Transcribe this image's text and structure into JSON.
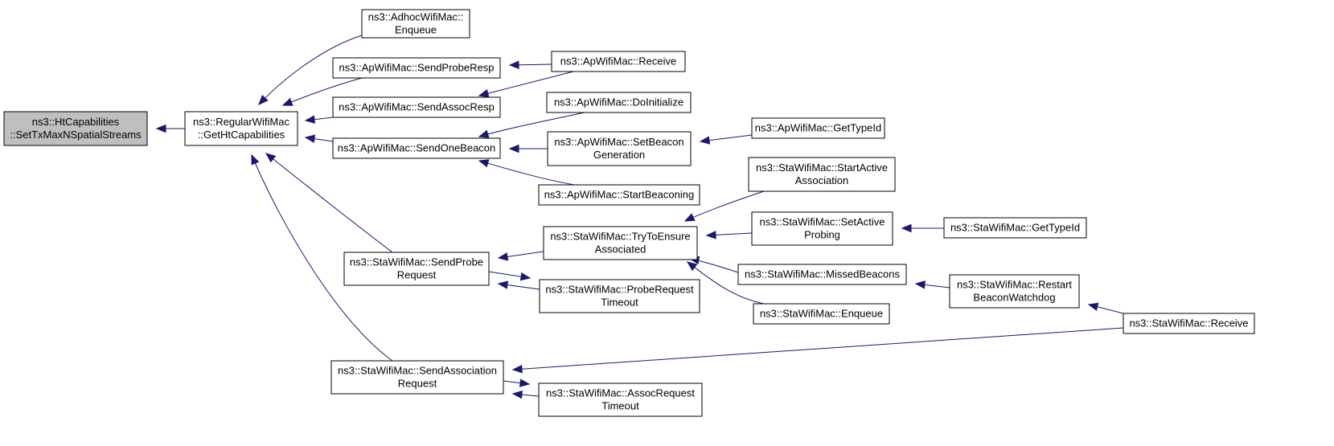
{
  "graph": {
    "nodes": [
      {
        "id": "n0",
        "lines": [
          "ns3::HtCapabilities",
          "::SetTxMaxNSpatialStreams"
        ],
        "root": true
      },
      {
        "id": "n1",
        "lines": [
          "ns3::RegularWifiMac",
          "::GetHtCapabilities"
        ]
      },
      {
        "id": "n2",
        "lines": [
          "ns3::AdhocWifiMac::",
          "Enqueue"
        ]
      },
      {
        "id": "n3",
        "lines": [
          "ns3::ApWifiMac::SendProbeResp"
        ]
      },
      {
        "id": "n4",
        "lines": [
          "ns3::ApWifiMac::SendAssocResp"
        ]
      },
      {
        "id": "n5",
        "lines": [
          "ns3::ApWifiMac::SendOneBeacon"
        ]
      },
      {
        "id": "n6",
        "lines": [
          "ns3::StaWifiMac::SendProbe",
          "Request"
        ]
      },
      {
        "id": "n7",
        "lines": [
          "ns3::StaWifiMac::SendAssociation",
          "Request"
        ]
      },
      {
        "id": "n8",
        "lines": [
          "ns3::ApWifiMac::Receive"
        ]
      },
      {
        "id": "n9",
        "lines": [
          "ns3::ApWifiMac::DoInitialize"
        ]
      },
      {
        "id": "n10",
        "lines": [
          "ns3::ApWifiMac::SetBeacon",
          "Generation"
        ]
      },
      {
        "id": "n11",
        "lines": [
          "ns3::ApWifiMac::StartBeaconing"
        ]
      },
      {
        "id": "n12",
        "lines": [
          "ns3::ApWifiMac::GetTypeId"
        ]
      },
      {
        "id": "n13",
        "lines": [
          "ns3::StaWifiMac::TryToEnsure",
          "Associated"
        ]
      },
      {
        "id": "n14",
        "lines": [
          "ns3::StaWifiMac::ProbeRequest",
          "Timeout"
        ]
      },
      {
        "id": "n15",
        "lines": [
          "ns3::StaWifiMac::AssocRequest",
          "Timeout"
        ]
      },
      {
        "id": "n16",
        "lines": [
          "ns3::StaWifiMac::StartActive",
          "Association"
        ]
      },
      {
        "id": "n17",
        "lines": [
          "ns3::StaWifiMac::SetActive",
          "Probing"
        ]
      },
      {
        "id": "n18",
        "lines": [
          "ns3::StaWifiMac::MissedBeacons"
        ]
      },
      {
        "id": "n19",
        "lines": [
          "ns3::StaWifiMac::Enqueue"
        ]
      },
      {
        "id": "n20",
        "lines": [
          "ns3::StaWifiMac::GetTypeId"
        ]
      },
      {
        "id": "n21",
        "lines": [
          "ns3::StaWifiMac::Restart",
          "BeaconWatchdog"
        ]
      },
      {
        "id": "n22",
        "lines": [
          "ns3::StaWifiMac::Receive"
        ]
      }
    ],
    "edges": [
      {
        "from": "n1",
        "to": "n0"
      },
      {
        "from": "n2",
        "to": "n1"
      },
      {
        "from": "n3",
        "to": "n1"
      },
      {
        "from": "n4",
        "to": "n1"
      },
      {
        "from": "n5",
        "to": "n1"
      },
      {
        "from": "n6",
        "to": "n1"
      },
      {
        "from": "n7",
        "to": "n1"
      },
      {
        "from": "n8",
        "to": "n3"
      },
      {
        "from": "n8",
        "to": "n4"
      },
      {
        "from": "n9",
        "to": "n5"
      },
      {
        "from": "n10",
        "to": "n5"
      },
      {
        "from": "n11",
        "to": "n5"
      },
      {
        "from": "n12",
        "to": "n10"
      },
      {
        "from": "n13",
        "to": "n6"
      },
      {
        "from": "n14",
        "to": "n6"
      },
      {
        "from": "n6",
        "to": "n14"
      },
      {
        "from": "n16",
        "to": "n13"
      },
      {
        "from": "n17",
        "to": "n13"
      },
      {
        "from": "n18",
        "to": "n13"
      },
      {
        "from": "n19",
        "to": "n13"
      },
      {
        "from": "n20",
        "to": "n17"
      },
      {
        "from": "n21",
        "to": "n18"
      },
      {
        "from": "n22",
        "to": "n21"
      },
      {
        "from": "n22",
        "to": "n7"
      },
      {
        "from": "n15",
        "to": "n7"
      },
      {
        "from": "n7",
        "to": "n15"
      }
    ]
  }
}
